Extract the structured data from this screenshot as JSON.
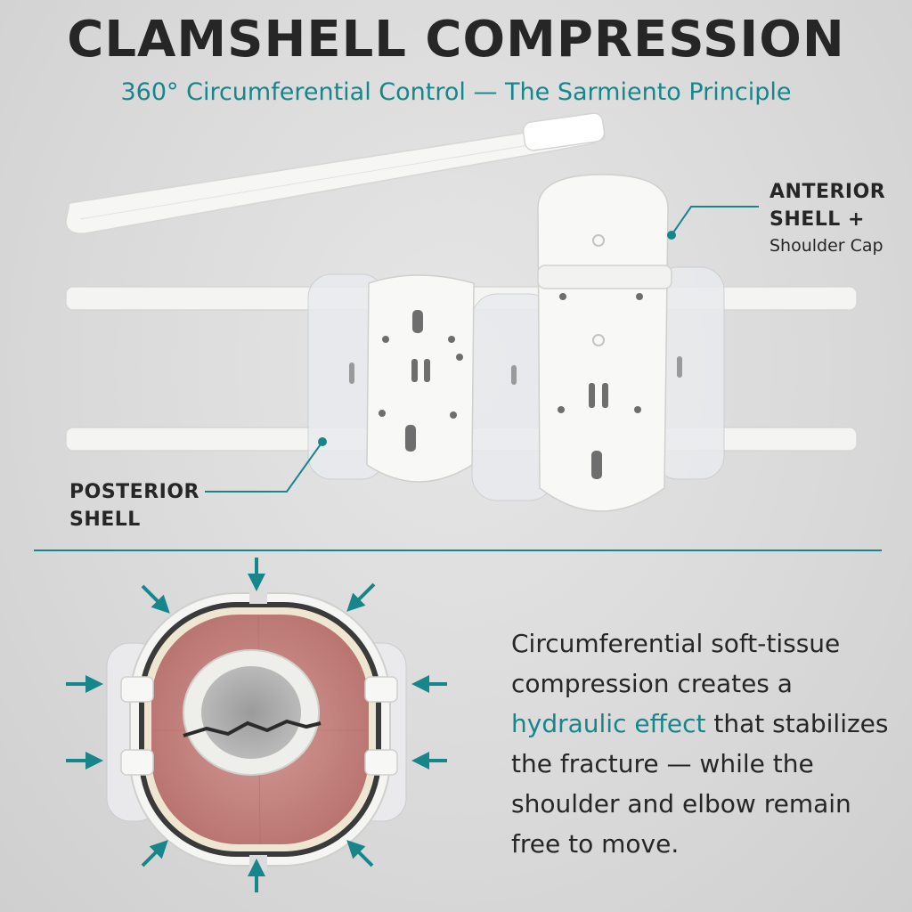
{
  "header": {
    "title": "CLAMSHELL COMPRESSION",
    "subtitle": "360° Circumferential Control — The Sarmiento Principle"
  },
  "labels": {
    "anterior": {
      "line1": "ANTERIOR",
      "line2": "SHELL +",
      "line3": "Shoulder Cap"
    },
    "posterior": {
      "line1": "POSTERIOR",
      "line2": "SHELL"
    }
  },
  "description": {
    "part1": "Circumferential soft-tissue compression creates a ",
    "highlight": "hydraulic effect",
    "part2": " that stabilizes the fracture — while the shoulder and elbow remain free to move."
  },
  "colors": {
    "accent": "#17868b",
    "text": "#262626",
    "tissue": "#c98683",
    "shell": "#f7f7f5"
  }
}
